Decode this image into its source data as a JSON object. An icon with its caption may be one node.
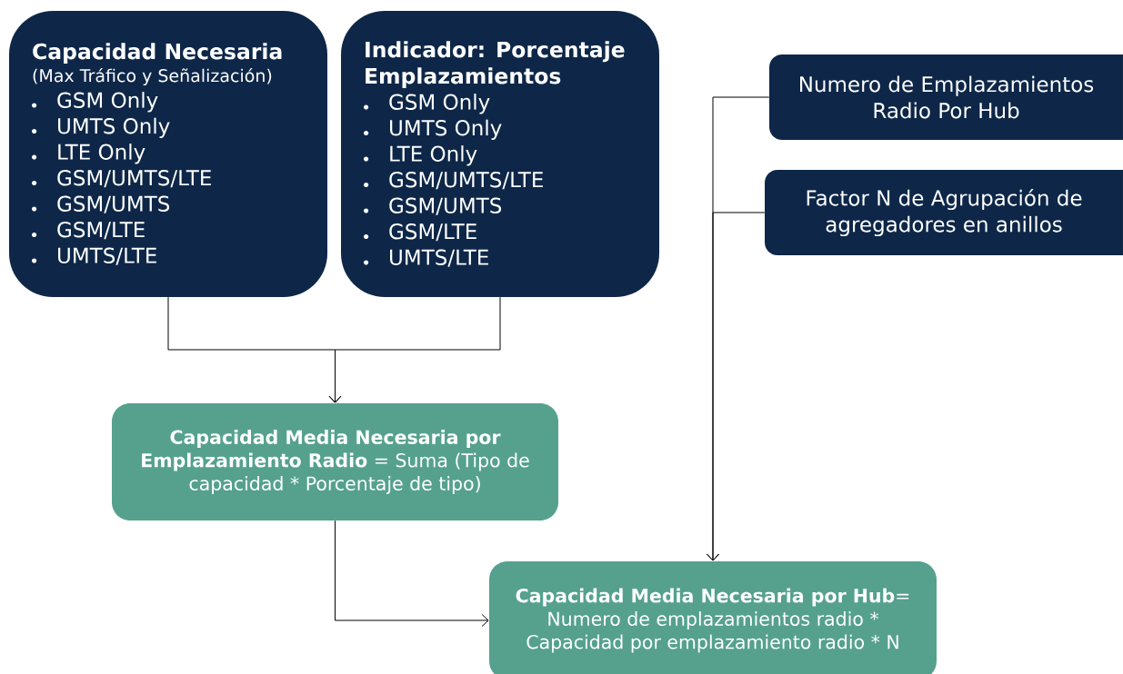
{
  "diagram": {
    "nodes": [
      {
        "text": [
          "Capacidad Necesaria",
          "(Max Tráfico y Señalización)",
          "GSM Only",
          "UMTS Only",
          "LTE Only",
          "GSM/UMTS/LTE",
          "GSM/UMTS",
          "GSM/LTE",
          "UMTS/LTE"
        ]
      },
      {
        "text": [
          "Indicador: Porcentaje Emplazamientos",
          "GSM Only",
          "UMTS Only",
          "LTE Only",
          "GSM/UMTS/LTE",
          "GSM/UMTS",
          "GSM/LTE",
          "UMTS/LTE"
        ]
      },
      {
        "text": [
          "Numero de Emplazamientos Radio Por Hub"
        ]
      },
      {
        "text": [
          "Factor N de Agrupación de agregadores en anillos"
        ]
      },
      {
        "text": [
          "**Capacidad Media Necesaria por Emplazamiento Radio** = Suma (Tipo de capacidad * Porcentaje de tipo)"
        ]
      },
      {
        "text": [
          "**Capacidad Media Necesaria por Hub**= Numero de emplazamientos radio * Capacidad por emplazamiento radio * N"
        ]
      }
    ],
    "edges": [
      {
        "from": 0,
        "to": 4,
        "arrow": "to"
      },
      {
        "from": 1,
        "to": 4,
        "arrow": "to"
      },
      {
        "from": 4,
        "to": 5,
        "arrow": "to"
      },
      {
        "from": 2,
        "to": 5,
        "arrow": "to"
      },
      {
        "from": 3,
        "to": 5,
        "arrow": "to"
      }
    ]
  }
}
